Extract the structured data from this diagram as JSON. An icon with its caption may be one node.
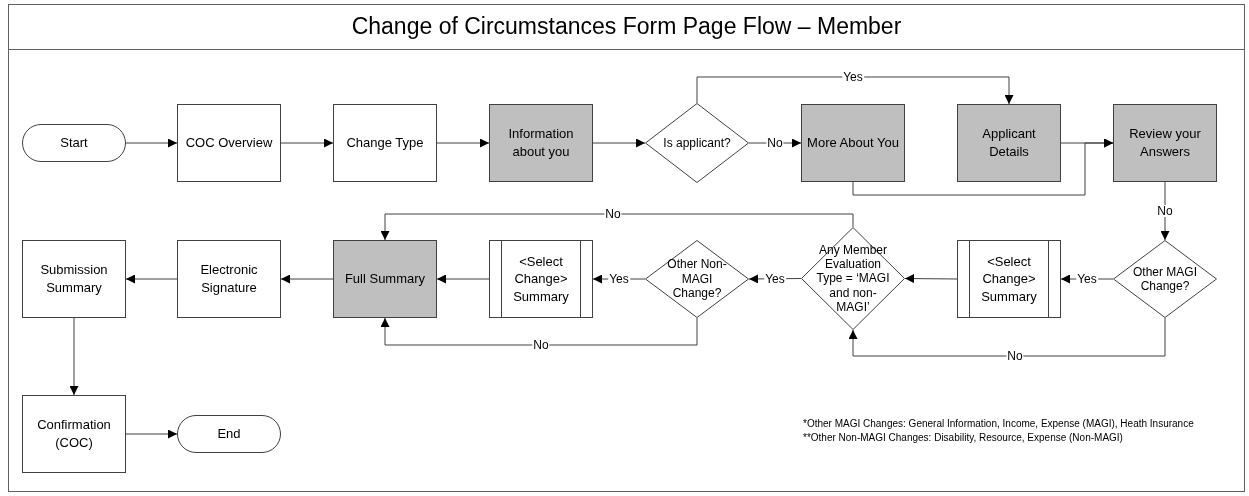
{
  "diagram": {
    "title": "Change of Circumstances Form Page Flow – Member",
    "nodes": [
      {
        "text": [
          "Start"
        ]
      },
      {
        "text": [
          "COC Overview"
        ]
      },
      {
        "text": [
          "Change Type"
        ]
      },
      {
        "text": [
          "Information about you"
        ]
      },
      {
        "text": [
          "Is applicant?"
        ]
      },
      {
        "text": [
          "More About You"
        ]
      },
      {
        "text": [
          "Applicant Details"
        ]
      },
      {
        "text": [
          "Review your Answers"
        ]
      },
      {
        "text": [
          "Other MAGI Change?"
        ]
      },
      {
        "text": [
          "<Select Change> Summary"
        ]
      },
      {
        "text": [
          "Any Member Evaluation Type = ‘MAGI and non-MAGI’"
        ]
      },
      {
        "text": [
          "Other Non-MAGI Change?"
        ]
      },
      {
        "text": [
          "<Select Change> Summary"
        ]
      },
      {
        "text": [
          "Full Summary"
        ]
      },
      {
        "text": [
          "Electronic Signature"
        ]
      },
      {
        "text": [
          "Submission Summary"
        ]
      },
      {
        "text": [
          "Confirmation (COC)"
        ]
      },
      {
        "text": [
          "End"
        ]
      }
    ],
    "edges": [
      {
        "from": 0,
        "to": 1,
        "arrow": "to"
      },
      {
        "from": 1,
        "to": 2,
        "arrow": "to"
      },
      {
        "from": 2,
        "to": 3,
        "arrow": "to"
      },
      {
        "from": 3,
        "to": 4,
        "arrow": "to"
      },
      {
        "from": 4,
        "to": 5,
        "arrow": "to",
        "label": "No"
      },
      {
        "from": 4,
        "to": 6,
        "arrow": "to",
        "label": "Yes"
      },
      {
        "from": 5,
        "to": 7,
        "arrow": "to"
      },
      {
        "from": 6,
        "to": 7,
        "arrow": "to"
      },
      {
        "from": 7,
        "to": 8,
        "arrow": "to",
        "label": "No"
      },
      {
        "from": 8,
        "to": 9,
        "arrow": "to",
        "label": "Yes"
      },
      {
        "from": 8,
        "to": 10,
        "arrow": "to",
        "label": "No"
      },
      {
        "from": 9,
        "to": 10,
        "arrow": "to"
      },
      {
        "from": 10,
        "to": 11,
        "arrow": "to",
        "label": "Yes"
      },
      {
        "from": 10,
        "to": 13,
        "arrow": "to",
        "label": "No"
      },
      {
        "from": 11,
        "to": 12,
        "arrow": "to",
        "label": "Yes"
      },
      {
        "from": 11,
        "to": 13,
        "arrow": "to",
        "label": "No"
      },
      {
        "from": 12,
        "to": 13,
        "arrow": "to"
      },
      {
        "from": 13,
        "to": 14,
        "arrow": "to"
      },
      {
        "from": 14,
        "to": 15,
        "arrow": "to"
      },
      {
        "from": 15,
        "to": 16,
        "arrow": "to"
      },
      {
        "from": 16,
        "to": 17,
        "arrow": "to"
      }
    ],
    "labels": [
      "*Other MAGI Changes: General Information, Income, Expense (MAGI), Heath Insurance",
      "**Other Non-MAGI Changes: Disability, Resource, Expense (Non-MAGI)"
    ]
  }
}
